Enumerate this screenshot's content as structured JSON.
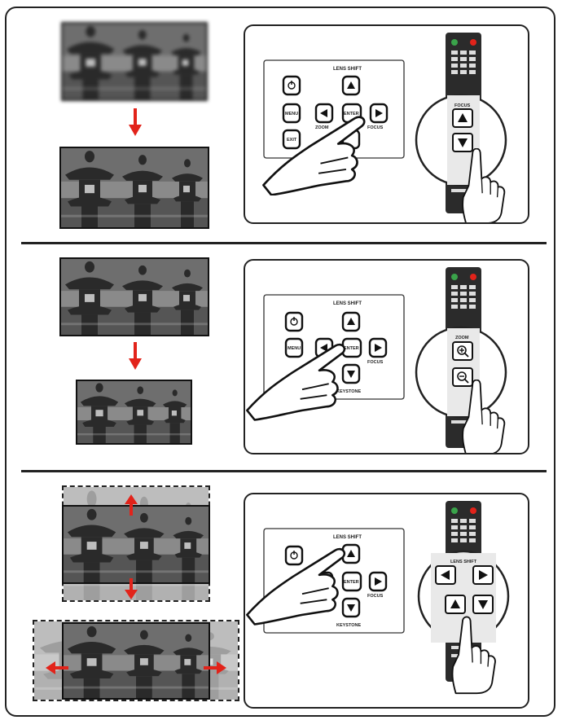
{
  "keypad": {
    "lens_shift_label": "LENS SHIFT",
    "menu_label": "MENU",
    "exit_label": "EXIT",
    "enter_label": "ENTER",
    "zoom_label": "ZOOM",
    "focus_label": "FOCUS",
    "keystone_label": "KEYSTONE"
  },
  "remote_zoom": {
    "focus_title": "FOCUS",
    "zoom_title": "ZOOM",
    "lens_shift_title": "LENS SHIFT"
  },
  "colors": {
    "arrow_red": "#e2231a",
    "outline": "#222222",
    "remote_body": "#2b2b2b"
  },
  "icons": [
    "power-icon",
    "up-arrow-icon",
    "down-arrow-icon",
    "left-arrow-icon",
    "right-arrow-icon",
    "zoom-in-icon",
    "zoom-out-icon",
    "hand-pointer-icon"
  ]
}
